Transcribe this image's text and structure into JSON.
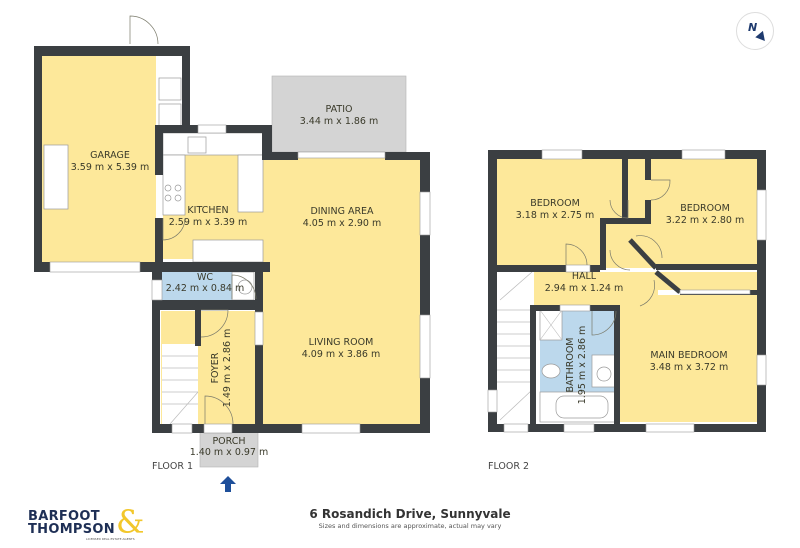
{
  "address": {
    "title": "6 Rosandich Drive, Sunnyvale",
    "disclaimer": "Sizes and dimensions are approximate, actual may vary"
  },
  "branding": {
    "line1": "BARFOOT",
    "line2": "THOMPSON",
    "ampersand": "&",
    "tagline": "LICENSED REAL ESTATE AGENTS",
    "primary_color": "#1e2f55",
    "accent_color": "#f2c72b"
  },
  "compass": {
    "label": "N",
    "icon": "north-arrow-icon"
  },
  "colors": {
    "room_fill": "#fde89a",
    "wet_fill": "#bcd8ec",
    "outdoor_fill": "#d4d4d4",
    "wall": "#3b3f42",
    "entry_arrow": "#1e4f9a"
  },
  "floors": [
    {
      "label": "FLOOR 1",
      "rooms": [
        {
          "name": "GARAGE",
          "dims": "3.59 m x 5.39 m"
        },
        {
          "name": "PATIO",
          "dims": "3.44 m x 1.86 m"
        },
        {
          "name": "KITCHEN",
          "dims": "2.59 m x 3.39 m"
        },
        {
          "name": "DINING AREA",
          "dims": "4.05 m x 2.90 m"
        },
        {
          "name": "WC",
          "dims": "2.42 m x 0.84 m"
        },
        {
          "name": "FOYER",
          "dims": "1.49 m x 2.86 m"
        },
        {
          "name": "LIVING ROOM",
          "dims": "4.09 m x 3.86 m"
        },
        {
          "name": "PORCH",
          "dims": "1.40 m x 0.97 m"
        }
      ]
    },
    {
      "label": "FLOOR 2",
      "rooms": [
        {
          "name": "BEDROOM",
          "dims": "3.18 m x 2.75 m"
        },
        {
          "name": "BEDROOM",
          "dims": "3.22 m x 2.80 m"
        },
        {
          "name": "HALL",
          "dims": "2.94 m x 1.24 m"
        },
        {
          "name": "BATHROOM",
          "dims": "1.95 m x 2.86 m"
        },
        {
          "name": "MAIN BEDROOM",
          "dims": "3.48 m x 3.72 m"
        }
      ]
    }
  ]
}
